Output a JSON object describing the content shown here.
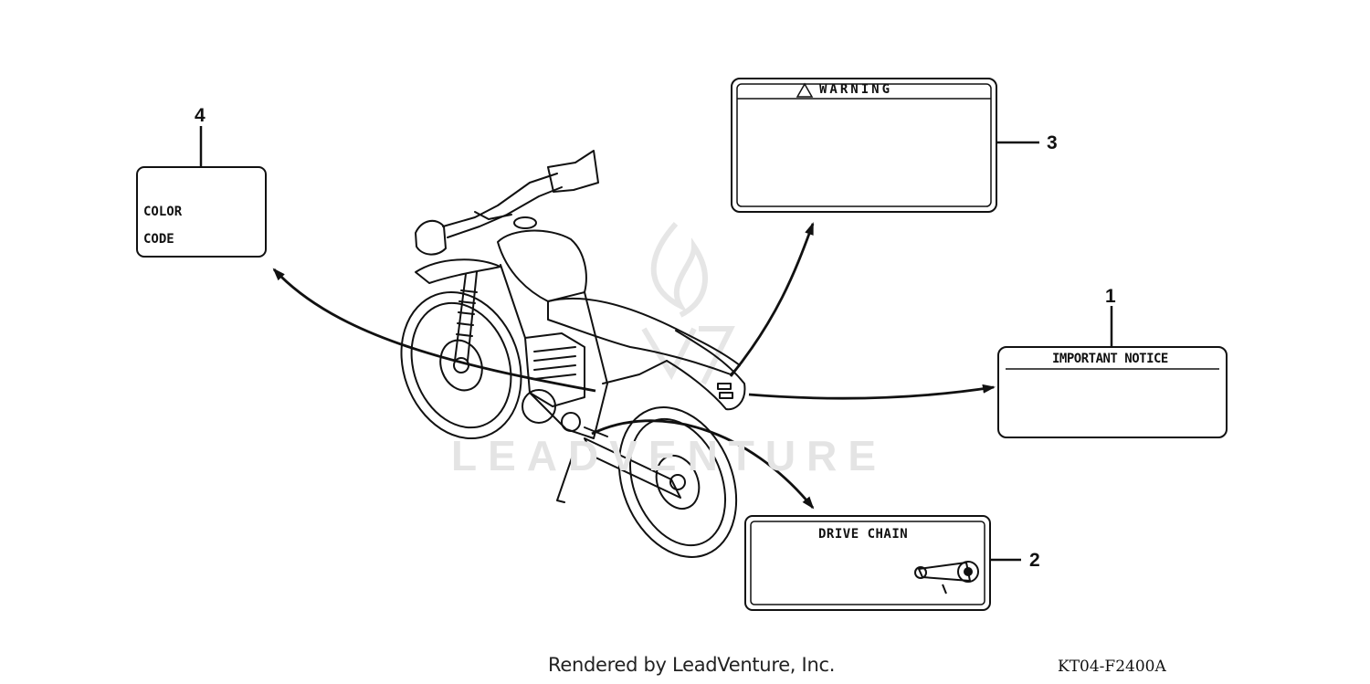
{
  "diagram": {
    "labels": [
      {
        "number": "1",
        "heading": "IMPORTANT NOTICE"
      },
      {
        "number": "2",
        "heading": "DRIVE CHAIN"
      },
      {
        "number": "3",
        "heading": "WARNING"
      },
      {
        "number": "4",
        "line1": "COLOR",
        "line2": "CODE"
      }
    ],
    "watermark": "LEADVENTURE"
  },
  "footer": {
    "credit": "Rendered by LeadVenture, Inc.",
    "code": "KT04-F2400A"
  },
  "colors": {
    "ink": "#111111",
    "watermark": "#e4e4e4"
  }
}
